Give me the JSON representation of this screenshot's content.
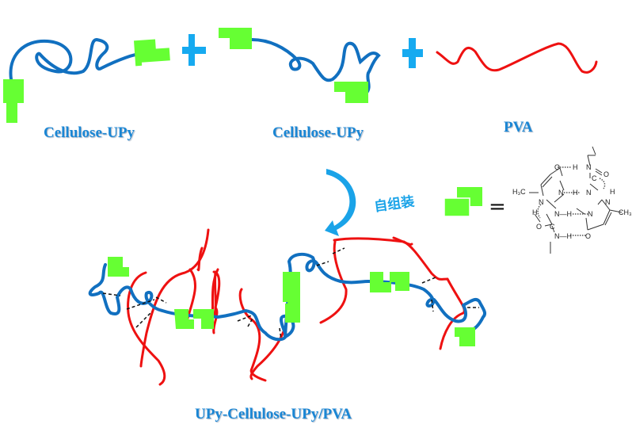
{
  "labels": {
    "cellulose_upy_1": "Cellulose-UPy",
    "cellulose_upy_2": "Cellulose-UPy",
    "pva": "PVA",
    "self_assembly": "自组装",
    "equals": "=",
    "composite": "UPy-Cellulose-UPy/PVA"
  },
  "chemistry": {
    "atoms": {
      "o_top": "O",
      "h_top": "H",
      "n_top": "N",
      "c_top": "C",
      "o_top_right": "O",
      "h3c": "H₃C",
      "n_mid_left": "N",
      "h_mid": "H",
      "n_mid_right": "N",
      "h_right": "H",
      "n_left": "N",
      "n_right": "N",
      "h_left": "H",
      "nh_center": "N—H",
      "n_center_right": "N",
      "ch3": "CH₃",
      "o_bottom_left": "O",
      "c_bottom": "C",
      "nh_bottom": "N—H",
      "o_bottom": "O"
    }
  },
  "colors": {
    "cellulose": "#1170c0",
    "upy": "#66ff33",
    "pva": "#ee1111",
    "plus": "#16aaf0",
    "arrow": "#1aa3e8",
    "label": "#1a86d4"
  }
}
